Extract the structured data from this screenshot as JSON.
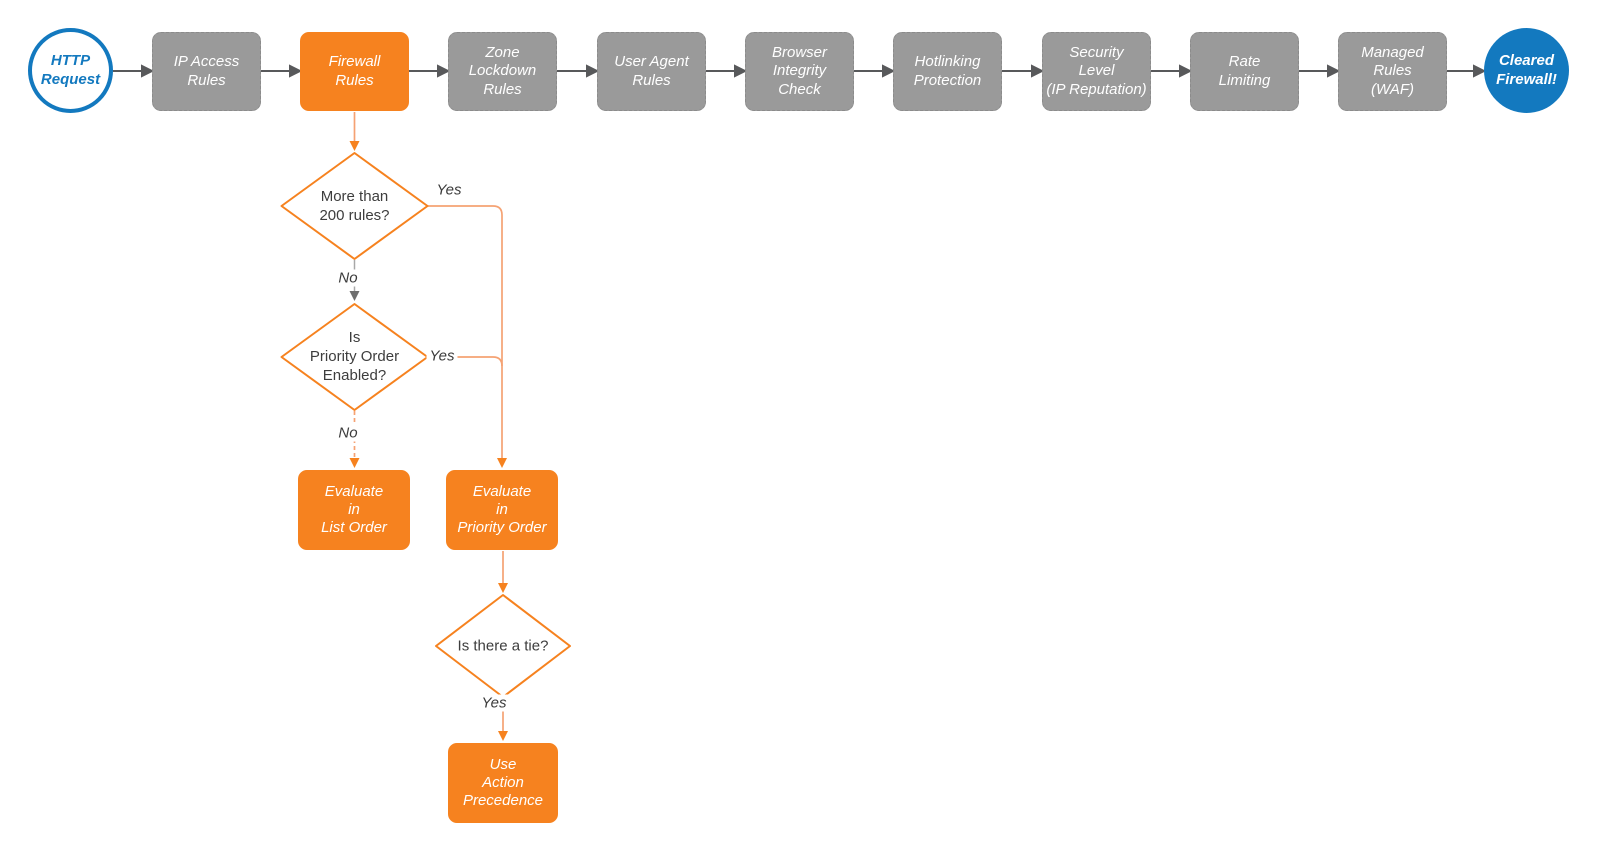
{
  "colors": {
    "accent_orange": "#F6821F",
    "accent_blue": "#1379BF",
    "step_gray": "#9A9A9A",
    "arrow_dark": "#58595B",
    "line_salmon": "#F5A273"
  },
  "pipeline": {
    "start": {
      "label": "HTTP\nRequest"
    },
    "steps": [
      {
        "label": "IP Access\nRules"
      },
      {
        "label": "Firewall\nRules",
        "highlighted": true
      },
      {
        "label": "Zone\nLockdown\nRules"
      },
      {
        "label": "User Agent\nRules"
      },
      {
        "label": "Browser\nIntegrity\nCheck"
      },
      {
        "label": "Hotlinking\nProtection"
      },
      {
        "label": "Security\nLevel\n(IP Reputation)"
      },
      {
        "label": "Rate\nLimiting"
      },
      {
        "label": "Managed\nRules\n(WAF)"
      }
    ],
    "end": {
      "label": "Cleared\nFirewall!"
    }
  },
  "decisions": {
    "more_than_200": {
      "label": "More than\n200 rules?",
      "yes": "Yes",
      "no": "No"
    },
    "priority_enabled": {
      "label": "Is\nPriority Order\nEnabled?",
      "yes": "Yes",
      "no": "No"
    },
    "tie": {
      "label": "Is there a tie?",
      "yes": "Yes"
    }
  },
  "actions": {
    "list_order": {
      "label": "Evaluate\nin\nList Order"
    },
    "priority_order": {
      "label": "Evaluate\nin\nPriority Order"
    },
    "action_precedence": {
      "label": "Use\nAction\nPrecedence"
    }
  }
}
